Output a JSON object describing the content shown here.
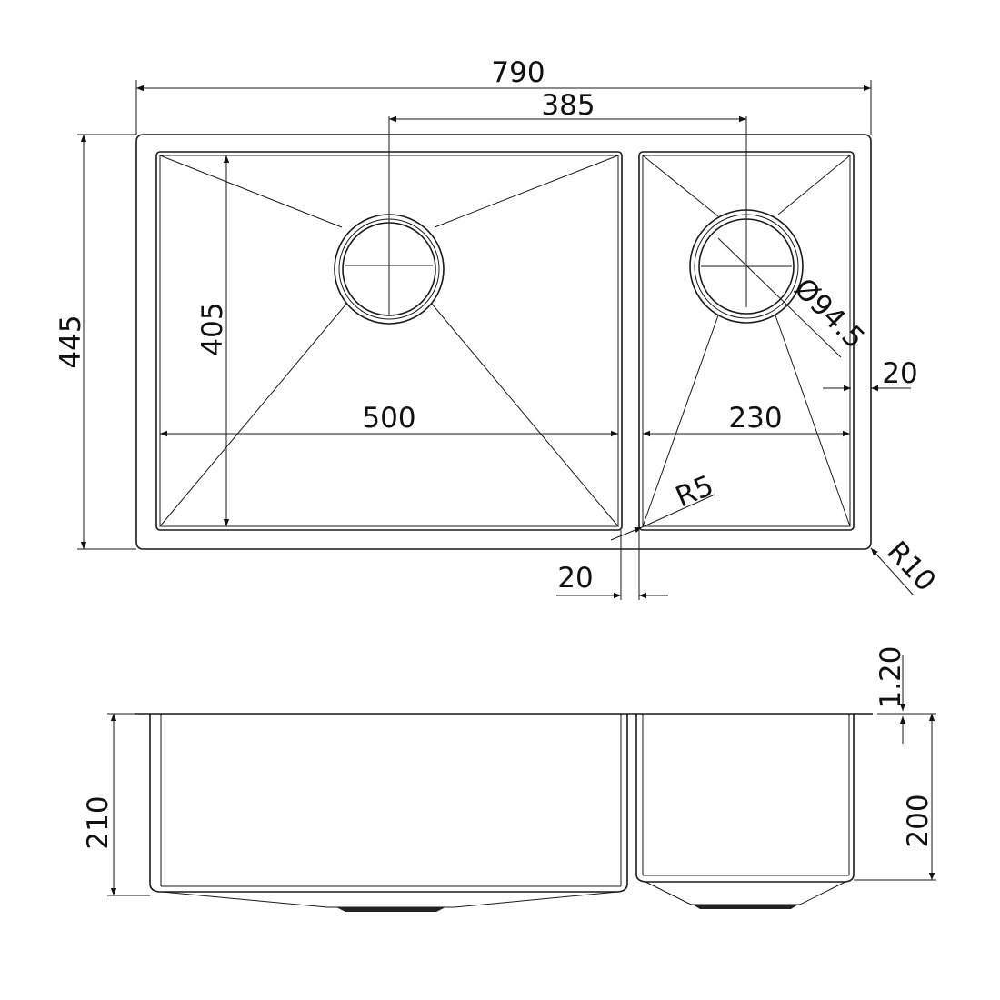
{
  "drawing": {
    "top_view": {
      "overall_width": "790",
      "drain_spacing": "385",
      "overall_depth": "445",
      "bowl_depth": "405",
      "large_bowl_width": "500",
      "small_bowl_width": "230",
      "drain_diameter": "Ø94.5",
      "rim_side": "20",
      "divider_width": "20",
      "inner_radius": "R5",
      "outer_radius": "R10"
    },
    "side_view": {
      "large_bowl_height": "210",
      "small_bowl_height": "200",
      "thickness": "1.20"
    }
  }
}
